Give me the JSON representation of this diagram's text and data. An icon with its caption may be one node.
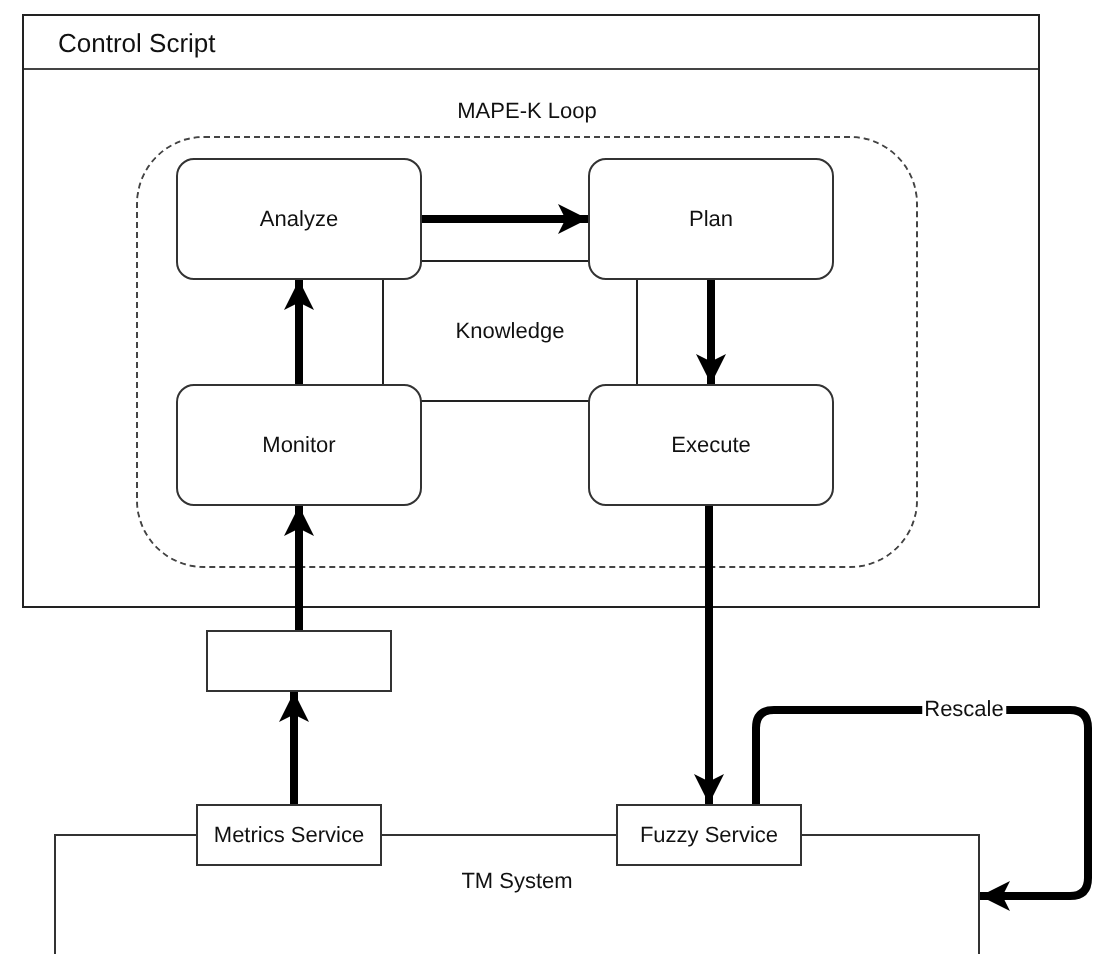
{
  "diagram": {
    "nodes": [
      {
        "text": [
          "Control Script"
        ]
      },
      {
        "text": [
          "MAPE-K Loop"
        ],
        "in": 0
      },
      {
        "text": [
          "Analyze"
        ],
        "in": 1
      },
      {
        "text": [
          "Plan"
        ],
        "in": 1
      },
      {
        "text": [
          "Knowledge"
        ],
        "in": 1
      },
      {
        "text": [
          "Monitor"
        ],
        "in": 1
      },
      {
        "text": [
          "Execute"
        ],
        "in": 1
      },
      {
        "text": [],
        "shape": "box"
      },
      {
        "text": [
          "Metrics Service"
        ]
      },
      {
        "text": [
          "Fuzzy Service"
        ]
      },
      {
        "text": [
          "TM System"
        ]
      }
    ],
    "edges": [
      {
        "from": 5,
        "to": 2,
        "arrow": "to"
      },
      {
        "from": 2,
        "to": 3,
        "arrow": "to"
      },
      {
        "from": 3,
        "to": 6,
        "arrow": "to"
      },
      {
        "from": 7,
        "to": 5,
        "arrow": "to"
      },
      {
        "from": 8,
        "to": 7,
        "arrow": "to"
      },
      {
        "from": 6,
        "to": 9,
        "arrow": "to"
      },
      {
        "from": 9,
        "to": 10,
        "arrow": "to",
        "label": "Rescale"
      }
    ]
  }
}
